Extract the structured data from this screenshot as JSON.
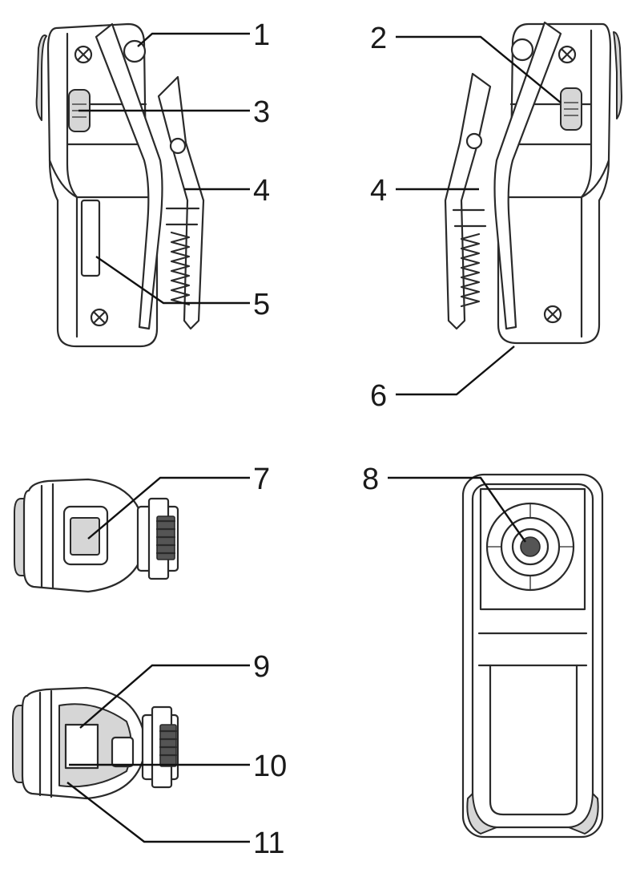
{
  "callouts": [
    {
      "id": "1",
      "label": "1"
    },
    {
      "id": "2",
      "label": "2"
    },
    {
      "id": "3",
      "label": "3"
    },
    {
      "id": "4a",
      "label": "4"
    },
    {
      "id": "4b",
      "label": "4"
    },
    {
      "id": "5",
      "label": "5"
    },
    {
      "id": "6",
      "label": "6"
    },
    {
      "id": "7",
      "label": "7"
    },
    {
      "id": "8",
      "label": "8"
    },
    {
      "id": "9",
      "label": "9"
    },
    {
      "id": "10",
      "label": "10"
    },
    {
      "id": "11",
      "label": "11"
    }
  ]
}
